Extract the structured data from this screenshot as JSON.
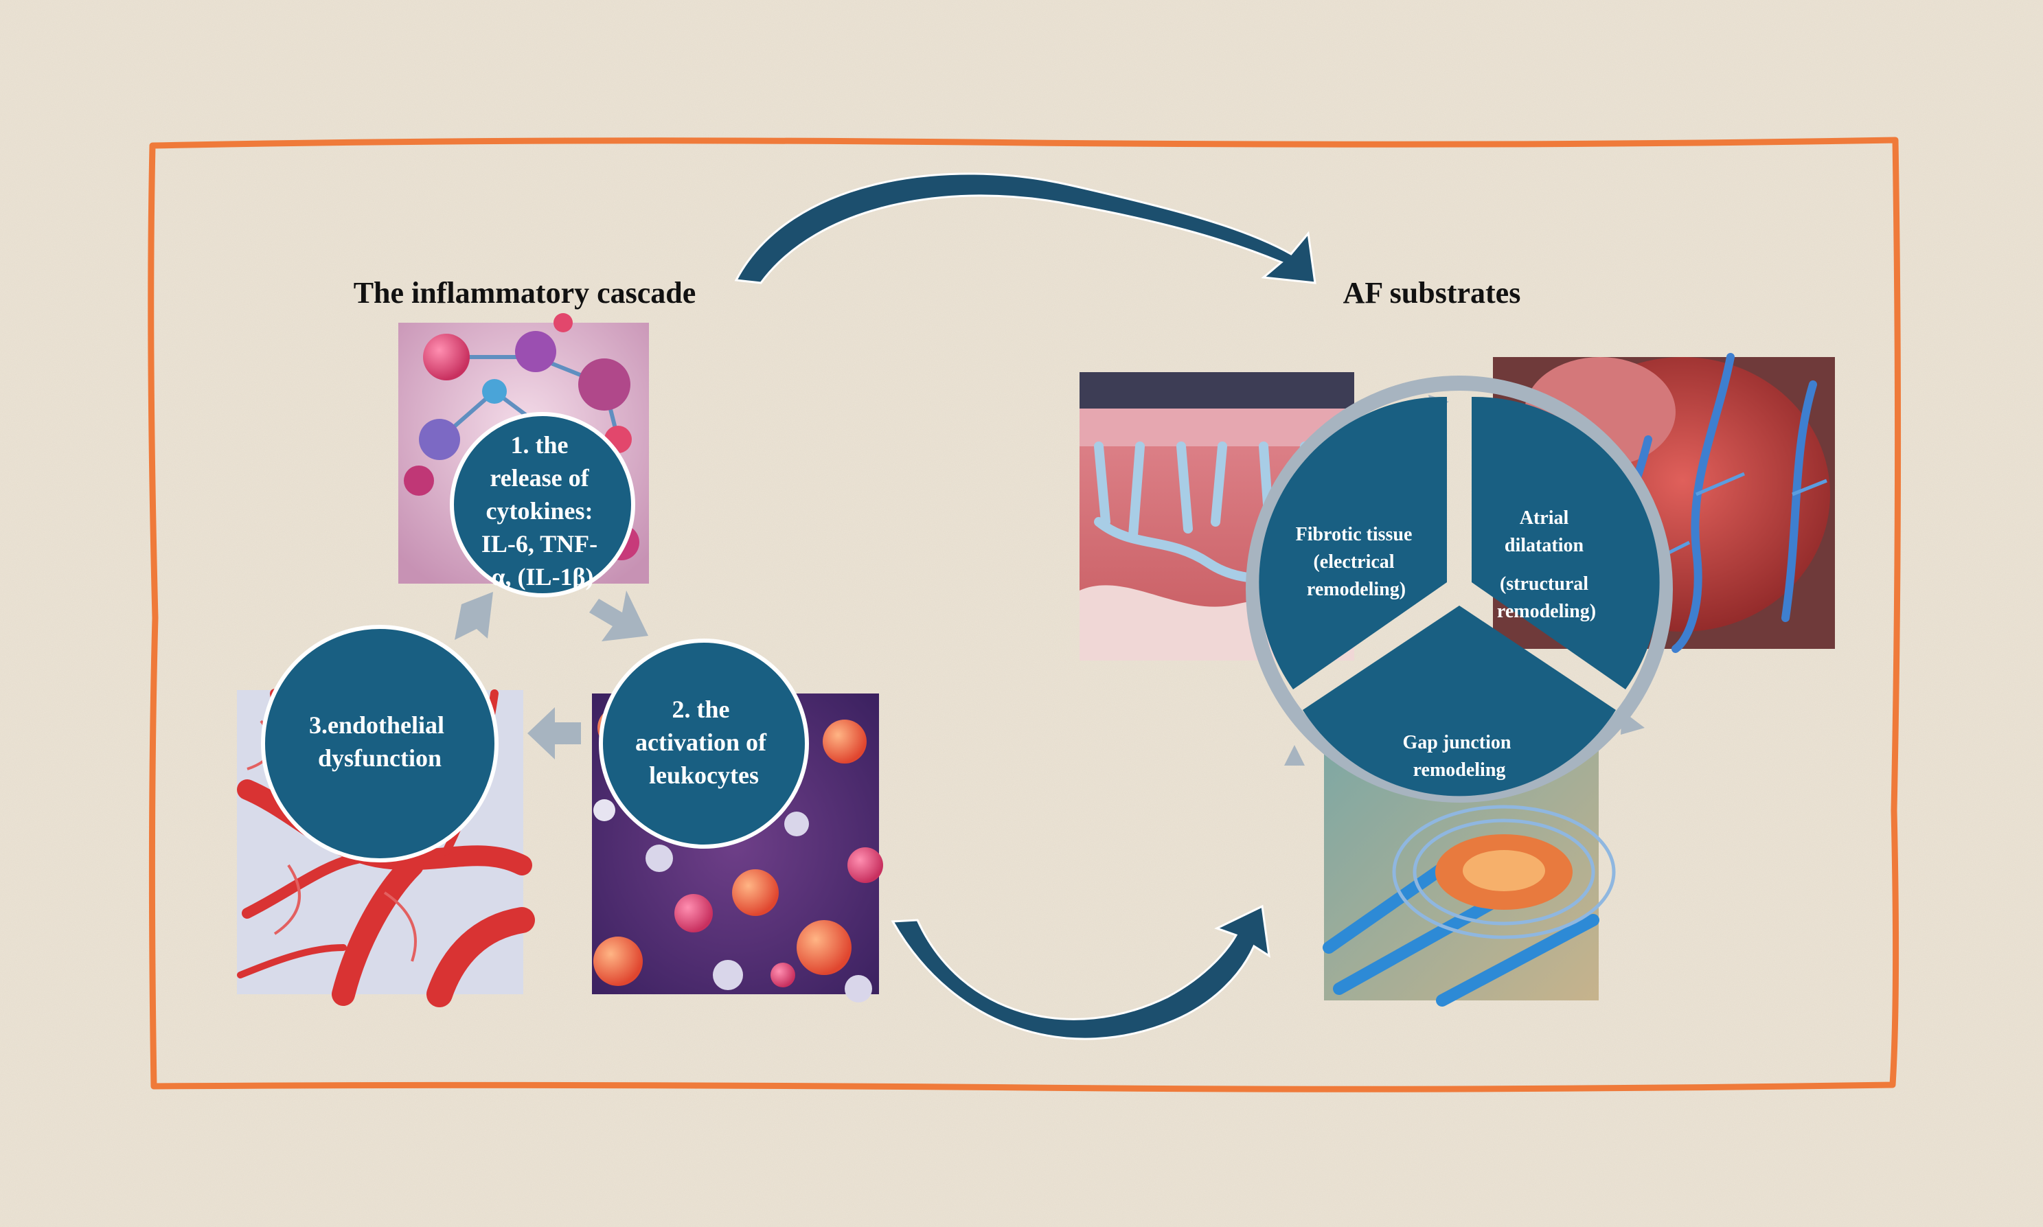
{
  "headings": {
    "left": "The  inflammatory cascade",
    "right": "AF substrates"
  },
  "cascade": {
    "step1": [
      "1. the",
      "release of",
      "cytokines:",
      "IL-6, TNF-",
      "α, (IL-1β)"
    ],
    "step2": [
      "2. the",
      "activation of",
      "leukocytes"
    ],
    "step3": [
      "3.endothelial",
      "dysfunction"
    ]
  },
  "substrates": {
    "fibrotic": [
      "Fibrotic tissue",
      "(electrical",
      "remodeling)"
    ],
    "atrial": [
      "Atrial",
      "dilatation",
      "(structural",
      "remodeling)"
    ],
    "gap": [
      "Gap junction",
      "remodeling"
    ]
  },
  "colors": {
    "background": "#ece4d6",
    "frame": "#ef7a3a",
    "node_fill": "#195f82",
    "node_stroke": "#ffffff",
    "ring": "#a7b4c0",
    "curved_arrow": "#1c4f6e",
    "text_dark": "#111111",
    "text_light": "#ffffff"
  },
  "icons": [
    "curved-arrow-icon",
    "block-arrow-icon"
  ]
}
